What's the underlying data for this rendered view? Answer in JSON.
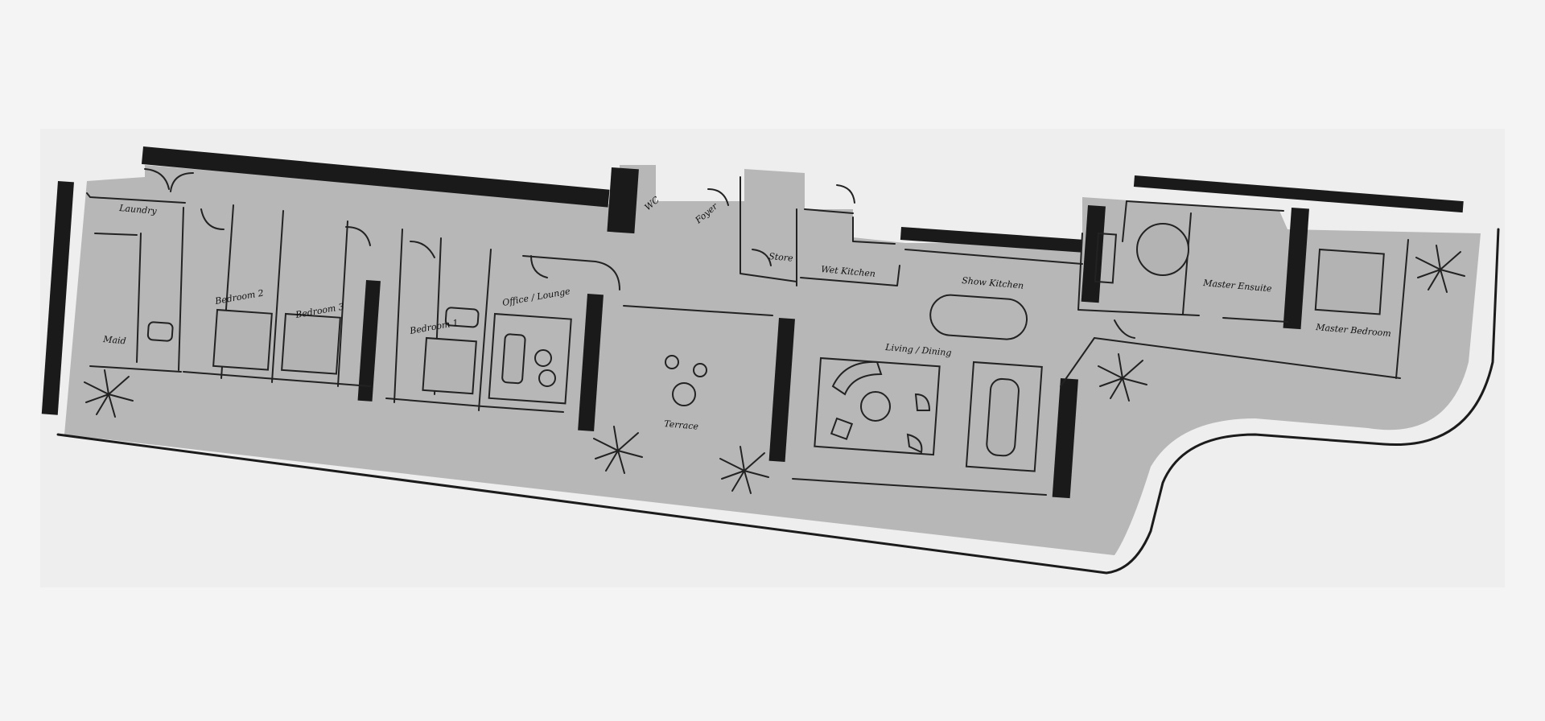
{
  "colors": {
    "background": "#f4f4f5",
    "paper": "#eeeeee",
    "floor": "#b7b7b7",
    "wall": "#1a1a1a",
    "ink": "#1b1b1b"
  },
  "rooms": [
    {
      "id": "laundry",
      "label": "Laundry"
    },
    {
      "id": "maid",
      "label": "Maid"
    },
    {
      "id": "bedroom-2",
      "label": "Bedroom 2"
    },
    {
      "id": "bedroom-3",
      "label": "Bedroom 3"
    },
    {
      "id": "bedroom-1",
      "label": "Bedroom 1"
    },
    {
      "id": "office",
      "label": "Office / Lounge"
    },
    {
      "id": "wc",
      "label": "WC"
    },
    {
      "id": "foyer",
      "label": "Foyer"
    },
    {
      "id": "store",
      "label": "Store"
    },
    {
      "id": "wet-kitchen",
      "label": "Wet Kitchen"
    },
    {
      "id": "show-kitchen",
      "label": "Show Kitchen"
    },
    {
      "id": "living-dining",
      "label": "Living / Dining"
    },
    {
      "id": "master-ensuite",
      "label": "Master Ensuite"
    },
    {
      "id": "master-bedroom",
      "label": "Master Bedroom"
    },
    {
      "id": "terrace",
      "label": "Terrace"
    }
  ],
  "icons": {
    "plant": "palm-plant-icon",
    "door": "door-swing-icon"
  }
}
